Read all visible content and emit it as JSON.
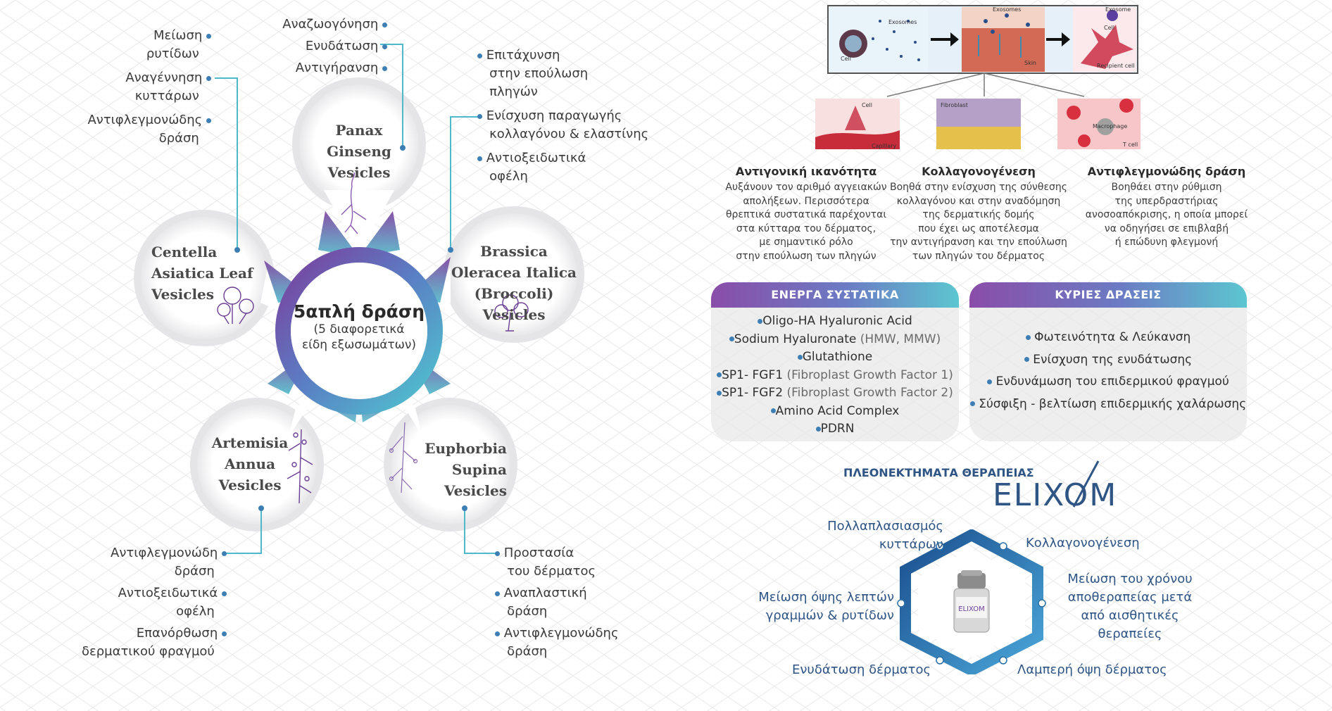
{
  "five_action": {
    "center_title": "5απλή δράση",
    "center_sub_1": "(5 διαφορετικά",
    "center_sub_2": "είδη εξωσωμάτων)"
  },
  "petals": {
    "panax": [
      "Panax",
      "Ginseng",
      "Vesicles"
    ],
    "centella": [
      "Centella",
      "Asiatica Leaf",
      "Vesicles"
    ],
    "brassica": [
      "Brassica",
      "Oleracea Italica",
      "(Broccoli) Vesicles"
    ],
    "artemisia": [
      "Artemisia",
      "Annua",
      "Vesicles"
    ],
    "euphorbia": [
      "Euphorbia",
      "Supina",
      "Vesicles"
    ]
  },
  "benefits": {
    "panax": [
      "Αναζωογόνηση",
      "Ενυδάτωση",
      "Αντιγήρανση"
    ],
    "centella": [
      [
        "Μείωση",
        "ρυτίδων"
      ],
      [
        "Αναγέννηση",
        "κυττάρων"
      ],
      [
        "Αντιφλεγμονώδης",
        "δράση"
      ]
    ],
    "brassica": [
      [
        "Επιτάχυνση",
        "στην επούλωση",
        "πληγών"
      ],
      [
        "Ενίσχυση παραγωγής",
        "κολλαγόνου & ελαστίνης"
      ],
      [
        "Αντιοξειδωτικά",
        "οφέλη"
      ]
    ],
    "artemisia": [
      [
        "Αντιφλεγμονώδη",
        "δράση"
      ],
      [
        "Αντιοξειδωτικά",
        "οφέλη"
      ],
      [
        "Επανόρθωση",
        "δερματικού φραγμού"
      ]
    ],
    "euphorbia": [
      [
        "Προστασία",
        "του δέρματος"
      ],
      [
        "Αναπλαστική",
        "δράση"
      ],
      [
        "Αντιφλεγμονώδης",
        "δράση"
      ]
    ]
  },
  "exosome_figure": {
    "labels": [
      "Exosomes",
      "Exosomes",
      "Exosome",
      "Cell",
      "Skin",
      "Cell",
      "Recipient cell",
      "Cell",
      "Capillary",
      "Fibroblast",
      "Macrophage",
      "T cell"
    ]
  },
  "mechanisms": [
    {
      "title": "Αντιγονική ικανότητα",
      "lines": [
        "Αυξάνουν τον αριθμό αγγειακών",
        "απολήξεων. Περισσότερα",
        "θρεπτικά συστατικά παρέχονται",
        "στα κύτταρα του δέρματος,",
        "με σημαντικό ρόλο",
        "στην επούλωση των πληγών"
      ]
    },
    {
      "title": "Κολλαγονογένεση",
      "lines": [
        "Βοηθά στην ενίσχυση της σύνθεσης",
        "κολλαγόνου και στην αναδόμηση",
        "της δερματικής δομής",
        "που έχει ως αποτέλεσμα",
        "την αντιγήρανση και την επούλωση",
        "των πληγών του δέρματος"
      ]
    },
    {
      "title": "Αντιφλεγμονώδης δράση",
      "lines": [
        "Βοηθάει στην ρύθμιση",
        "της υπερδραστήριας",
        "ανοσοαπόκρισης, η οποία μπορεί",
        "να οδηγήσει σε επιβλαβή",
        "ή επώδυνη φλεγμονή"
      ]
    }
  ],
  "ingredients": {
    "header": "ΕΝΕΡΓΑ ΣΥΣΤΑΤΙΚΑ",
    "items": [
      {
        "main": "Oligo-HA Hyaluronic Acid",
        "extra": ""
      },
      {
        "main": "Sodium Hyaluronate",
        "extra": " (HMW, MMW)"
      },
      {
        "main": "Glutathione",
        "extra": ""
      },
      {
        "main": "SP1- FGF1",
        "extra": " (Fibroplast Growth Factor 1)"
      },
      {
        "main": "SP1- FGF2",
        "extra": " (Fibroplast Growth Factor 2)"
      },
      {
        "main": "Amino Acid Complex",
        "extra": ""
      },
      {
        "main": "PDRN",
        "extra": ""
      }
    ]
  },
  "actions": {
    "header": "ΚΥΡΙΕΣ ΔΡΑΣΕΙΣ",
    "items": [
      "Φωτεινότητα & Λεύκανση",
      "Ενίσχυση της ενυδάτωσης",
      "Ενδυνάμωση του επιδερμικού φραγμού",
      "Σύσφιξη - βελτίωση επιδερμικής χαλάρωσης"
    ]
  },
  "advantages": {
    "title": "ΠΛΕΟΝΕΚΤΗΜΑΤΑ ΘΕΡΑΠΕΙΑΣ",
    "brand": "ELIXOM",
    "items": {
      "top_left": [
        "Πολλαπλασιασμός",
        "κυττάρων"
      ],
      "top_right": [
        "Κολλαγονογένεση"
      ],
      "mid_left": [
        "Μείωση όψης λεπτών",
        "γραμμών & ρυτίδων"
      ],
      "mid_right": [
        "Μείωση του χρόνου",
        "αποθεραπείας μετά",
        "από αισθητικές",
        "θεραπείες"
      ],
      "bottom_left": [
        "Ενυδάτωση δέρματος"
      ],
      "bottom_right": [
        "Λαμπερή όψη δέρματος"
      ]
    }
  },
  "colors": {
    "purple": "#7b3f9e",
    "teal": "#4fb9c9",
    "blue": "#2b6fa8",
    "navy": "#2f5585",
    "dot": "#3d7fb4"
  }
}
